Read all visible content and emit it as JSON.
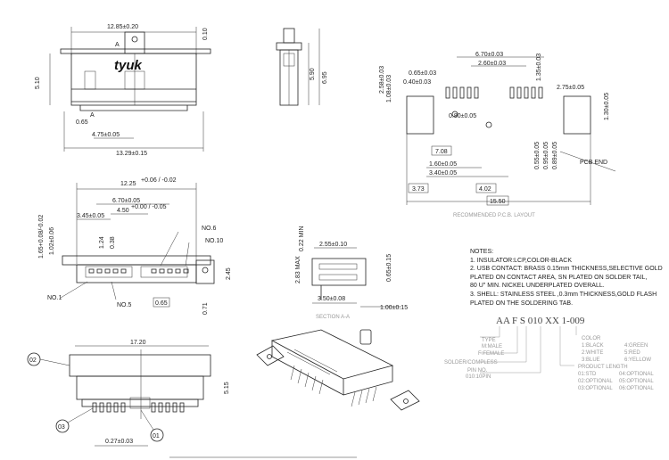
{
  "top_view": {
    "logo": "tyuk",
    "dims": {
      "width_top": "12.85±0.20",
      "thickness": "0.10",
      "height_left": "5.10",
      "pin_pitch": "0.65",
      "span_475": "4.75±0.05",
      "width_bottom": "13.29±0.15",
      "section_a": "A"
    }
  },
  "side_view": {
    "dims": {
      "h1": "5.90",
      "h2": "6.95"
    }
  },
  "footprint": {
    "dims": {
      "d670": "6.70±0.03",
      "d260": "2.60±0.03",
      "d065": "0.65±0.03",
      "d040": "0.40±0.03",
      "d275": "2.75±0.05",
      "d258": "2.58±0.03",
      "d108": "1.08±0.03",
      "d135": "1.35±0.03",
      "d080": "0.80±0.05",
      "d130": "1.30±0.05",
      "d708": "7.08",
      "d160": "1.60±0.05",
      "d340": "3.40±0.05",
      "d055": "0.55±0.05",
      "d095": "0.95±0.05",
      "d089": "0.89±0.05",
      "d373": "3.73",
      "d402": "4.02",
      "d1550": "15.50"
    },
    "pcb_end": "PCB END",
    "title": "RECOMMENDED P.C.B. LAYOUT"
  },
  "front_view": {
    "dims": {
      "d1225": "12.25",
      "d1225_tol": "+0.06 / -0.02",
      "d670": "6.70±0.05",
      "d345": "3.45±0.05",
      "d450": "4.50",
      "d450_tol": "+0.00 / -0.05",
      "d165": "1.65+0.08/-0.02",
      "d102": "1.02±0.06",
      "d124": "1.24",
      "d038": "0.38",
      "d245": "2.45",
      "d065": "0.65",
      "d071": "0.71"
    },
    "labels": {
      "no1": "NO.1",
      "no5": "NO.5",
      "no6": "NO.6",
      "no10": "NO.10"
    }
  },
  "section_view": {
    "dims": {
      "d022": "0.22 MIN",
      "d255": "2.55±0.10",
      "d065": "0.65±0.15",
      "d283": "2.83 MAX",
      "d350": "3.50±0.08",
      "d100": "1.00±0.15"
    },
    "label": "SECTION A-A"
  },
  "bottom_view": {
    "dims": {
      "d1720": "17.20",
      "d515": "5.15",
      "d027": "0.27±0.03"
    },
    "callouts": [
      "02",
      "03",
      "01"
    ]
  },
  "notes": {
    "heading": "NOTES:",
    "items": [
      "1. INSULATOR:LCP,COLOR-BLACK",
      "2. USB CONTACT: BRASS 0.15mm THICKNESS,SELECTIVE GOLD",
      "   PLATED ON CONTACT AREA, SN PLATED ON SOLDER TAIL,",
      "   80 U\" MIN. NICKEL UNDERPLATED OVERALL.",
      "3. SHELL: STAINLESS STEEL ,0.3mm THICKNESS,GOLD FLASH",
      "   PLATED ON THE SOLDERING TAB."
    ]
  },
  "part_code": {
    "code": "AA F S 010 XX 1-009",
    "left_legend": [
      "TYPE",
      "M:MALE",
      "F:FEMALE",
      "SOLDER/COMPLESS",
      "PIN NO.",
      "010:10PIN"
    ],
    "right_legend": [
      "COLOR",
      "1:BLACK",
      "2:WHITE",
      "3:BLUE",
      "PRODUCT LENGTH",
      "01:STD",
      "02:OPTIONAL",
      "03:OPTIONAL"
    ],
    "right_legend2": [
      "4:GREEN",
      "5:RED",
      "6:YELLOW",
      "04:OPTIONAL",
      "05:OPTIONAL",
      "06:OPTIONAL"
    ]
  }
}
